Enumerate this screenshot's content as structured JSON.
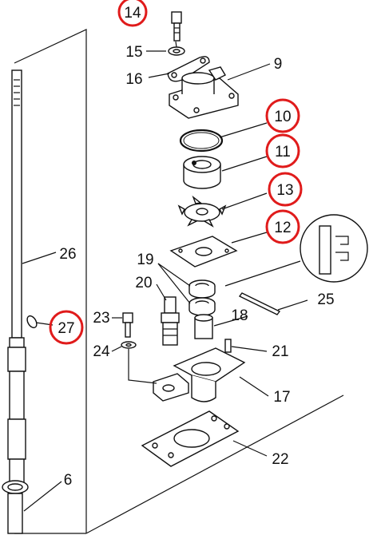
{
  "diagram": {
    "highlight_color": "#e01b1b",
    "labels": {
      "p14": "14",
      "p15": "15",
      "p16": "16",
      "p9": "9",
      "p10": "10",
      "p11": "11",
      "p13": "13",
      "p12": "12",
      "p19": "19",
      "p20": "20",
      "p18": "18",
      "p25": "25",
      "p23": "23",
      "p24": "24",
      "p21": "21",
      "p17": "17",
      "p22": "22",
      "p26": "26",
      "p27": "27",
      "p6": "6"
    }
  }
}
